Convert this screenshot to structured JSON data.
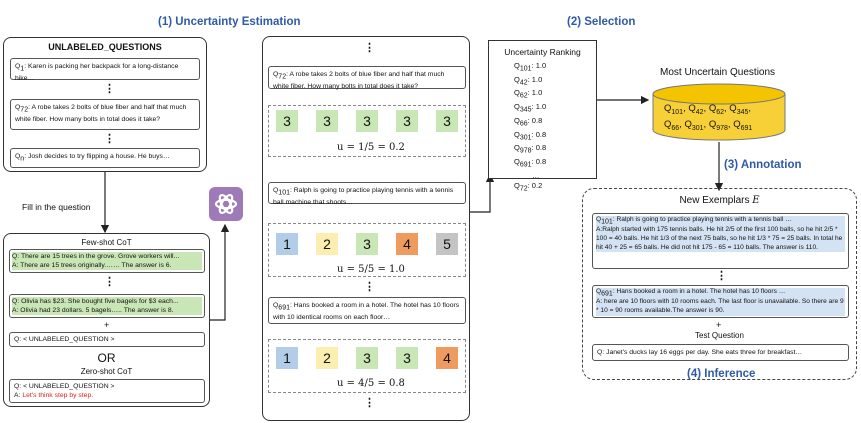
{
  "headers": {
    "estimation": "(1) Uncertainty Estimation",
    "selection": "(2) Selection",
    "annotation": "(3) Annotation",
    "inference": "(4) Inference"
  },
  "unlabeled": {
    "title": "UNLABELED_QUESTIONS",
    "q1_sub": "1",
    "q1": ": Karen is packing her backpack for a long-distance hike…",
    "q2_sub": "72",
    "q2": ": A robe takes 2 bolts of blue fiber and half that much white fiber. How many bolts in total does it take?",
    "qn_sub": "n",
    "qn": ": Josh decides to try flipping a house.  He buys…"
  },
  "fill_label": "Fill in the question",
  "fewshot": {
    "title": "Few-shot CoT",
    "ex1_q": "Q: There are 15 trees in the grove. Grove workers will...",
    "ex1_a": "A: There are 15 trees originally.…… The answer is 6.",
    "ex2_q": "Q: Olivia has $23. She bought five bagels for $3 each...",
    "ex2_a": "A: Olivia had 23 dollars. 5 bagels….. The answer is 8.",
    "plus": "+",
    "query": "Q: < UNLABELED_QUESTION >",
    "or": "OR",
    "zeroshot_title": "Zero-shot CoT",
    "zs_q": "Q: < UNLABELED_QUESTION >",
    "zs_a_prefix": "A: ",
    "zs_a": "Let's think step by step."
  },
  "estimation": {
    "dots": "⋮",
    "q72_sub": "72",
    "q72": ": A robe takes 2 bolts of blue fiber and half that much white fiber. How many bolts in total does it take?",
    "answers1": [
      "3",
      "3",
      "3",
      "3",
      "3"
    ],
    "u1": "u = 1/5 = 0.2",
    "q101_sub": "101",
    "q101": ": Ralph is going to practice playing tennis with a tennis ball machine that shoots…",
    "answers2": [
      "1",
      "2",
      "3",
      "4",
      "5"
    ],
    "u2": "u = 5/5 = 1.0",
    "q691_sub": "691",
    "q691": ": Hans booked a room in a hotel. The hotel has 10 floors with 10 identical rooms on each floor…",
    "answers3": [
      "1",
      "2",
      "3",
      "3",
      "4"
    ],
    "u3": "u = 4/5 = 0.8"
  },
  "colors": {
    "green": "#a8d5a0",
    "blue": "#b3cde8",
    "yellow": "#fbeeb0",
    "orange": "#ef9a5f",
    "gray": "#c4c4c4",
    "header_blue": "#2f5aa8",
    "cylinder": "#f7d037"
  },
  "ranking": {
    "title": "Uncertainty Ranking",
    "rows": [
      {
        "sub": "101",
        "val": ": 1.0"
      },
      {
        "sub": "42",
        "val": ": 1.0"
      },
      {
        "sub": "62",
        "val": ": 1.0"
      },
      {
        "sub": "345",
        "val": ": 1.0"
      },
      {
        "sub": "66",
        "val": ": 0.8"
      },
      {
        "sub": "301",
        "val": ": 0.8"
      },
      {
        "sub": "978",
        "val": ": 0.8"
      },
      {
        "sub": "691",
        "val": ": 0.8"
      }
    ],
    "dots": "…",
    "last_sub": "72",
    "last_val": ": 0.2"
  },
  "most_uncertain": {
    "title": "Most Uncertain Questions",
    "line1": [
      {
        "sub": "101",
        "sep": ", "
      },
      {
        "sub": "42",
        "sep": ", "
      },
      {
        "sub": "62",
        "sep": ", "
      },
      {
        "sub": "345",
        "sep": ","
      }
    ],
    "line2": [
      {
        "sub": "66",
        "sep": ", "
      },
      {
        "sub": "301",
        "sep": ", "
      },
      {
        "sub": "978",
        "sep": ", "
      },
      {
        "sub": "691",
        "sep": ""
      }
    ]
  },
  "exemplars": {
    "title": "New Exemplars ",
    "title_var": "E",
    "e1_qsub": "101",
    "e1_q": ": Ralph is going to practice playing tennis with a tennis ball …",
    "e1_a": "A:Ralph started with 175 tennis balls. He hit 2/5 of the first 100 balls, so he hit 2/5 * 100 = 40 balls. He hit 1/3 of the next 75 balls, so he hit 1/3 * 75 = 25 balls. In total he hit 40 + 25 = 65 balls. He did not hit 175 - 65 = 110 balls. The answer is 110.",
    "dots": "⋮",
    "e2_qsub": "691",
    "e2_q": ": Hans booked a room in a hotel. The hotel has 10 floors …",
    "e2_a": "A: here are 10 floors with 10 rooms each. The last floor is unavailable. So there are 9 * 10 = 90 rooms available.The answer is 90.",
    "plus": "+",
    "test_label": "Test Question",
    "test_q": "Q: Janet's ducks lay 16 eggs per day. She eats three for breakfast…"
  }
}
